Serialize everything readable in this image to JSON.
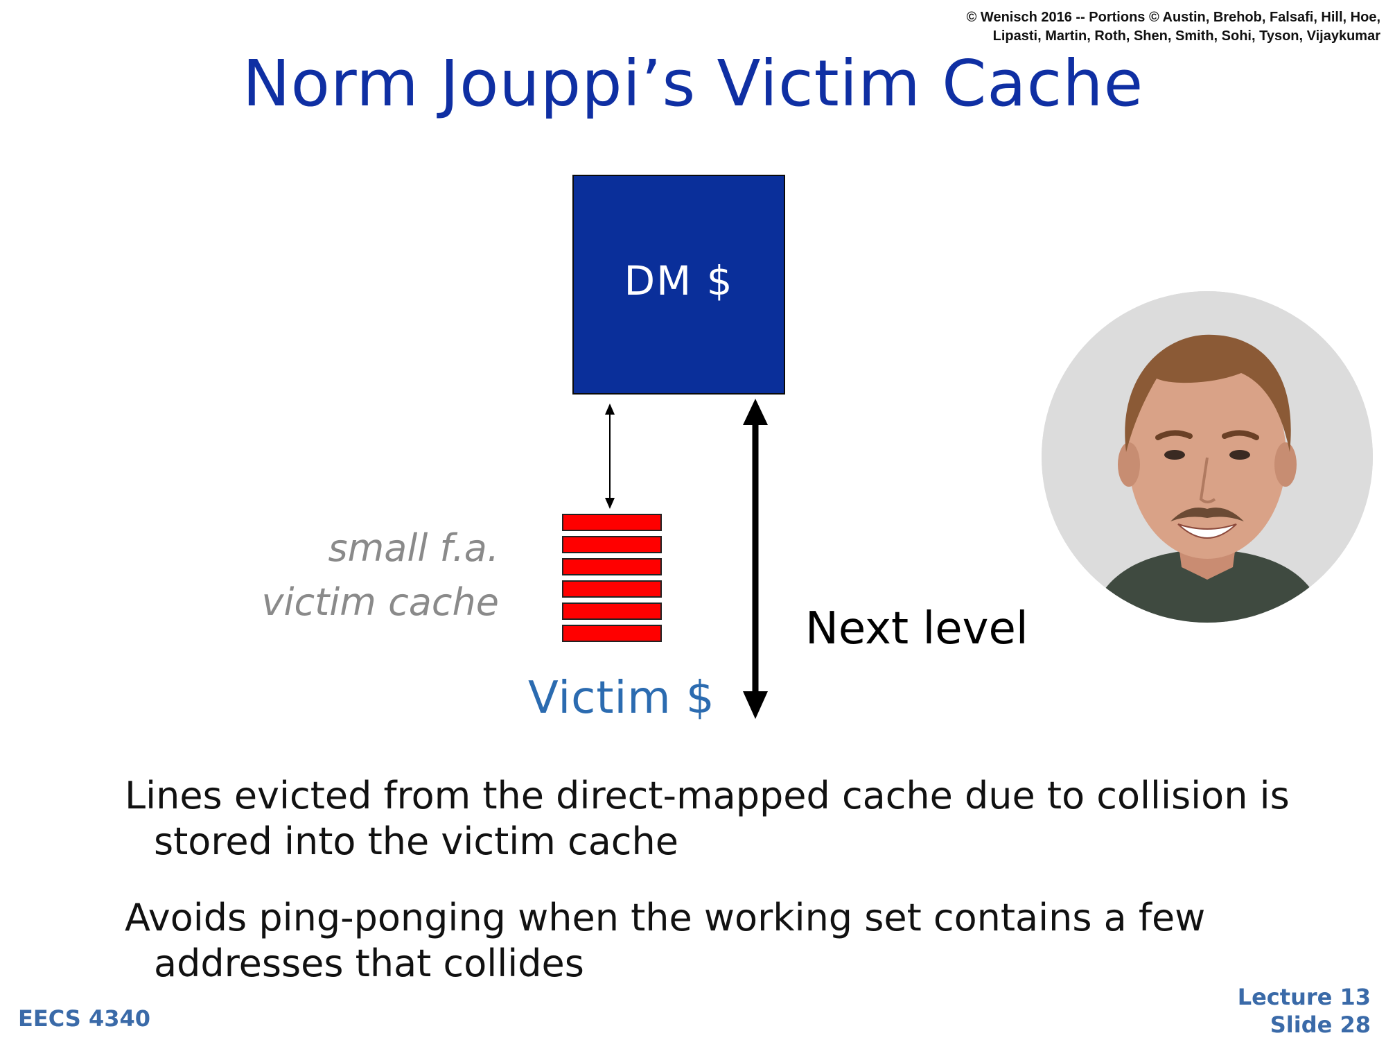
{
  "copyright": {
    "line1": "© Wenisch 2016 -- Portions © Austin, Brehob, Falsafi, Hill, Hoe,",
    "line2": "Lipasti, Martin, Roth, Shen, Smith, Sohi, Tyson, Vijaykumar"
  },
  "title": "Norm Jouppi’s Victim Cache",
  "diagram": {
    "dm_cache_label": "DM $",
    "victim_label_line1": "small f.a.",
    "victim_label_line2": "victim cache",
    "victim_cache_label": "Victim $",
    "next_level_label": "Next level",
    "victim_line_count": 6,
    "colors": {
      "dm_cache": "#0a2f9a",
      "victim_lines": "#ff0000",
      "title": "#0f2fa3",
      "victim_label": "#2b6bb0"
    }
  },
  "bullets": [
    "Lines evicted from the direct-mapped cache due to collision is stored into the victim cache",
    "Avoids ping-ponging when the working set contains a few addresses that collides"
  ],
  "footer": {
    "course": "EECS 4340",
    "lecture": "Lecture 13",
    "slide": "Slide 28"
  }
}
